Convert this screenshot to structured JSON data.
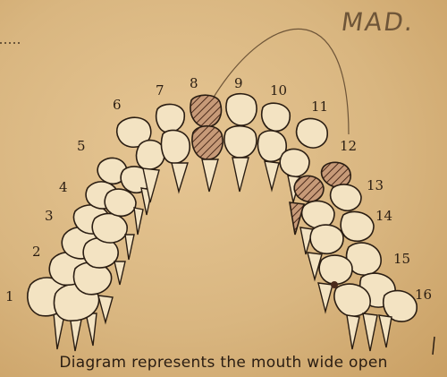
{
  "caption": "Diagram represents the mouth wide open",
  "handwritten_note": "MAD.",
  "tooth_labels": [
    "1",
    "2",
    "3",
    "4",
    "5",
    "6",
    "7",
    "8",
    "9",
    "10",
    "11",
    "12",
    "13",
    "14",
    "15",
    "16"
  ]
}
